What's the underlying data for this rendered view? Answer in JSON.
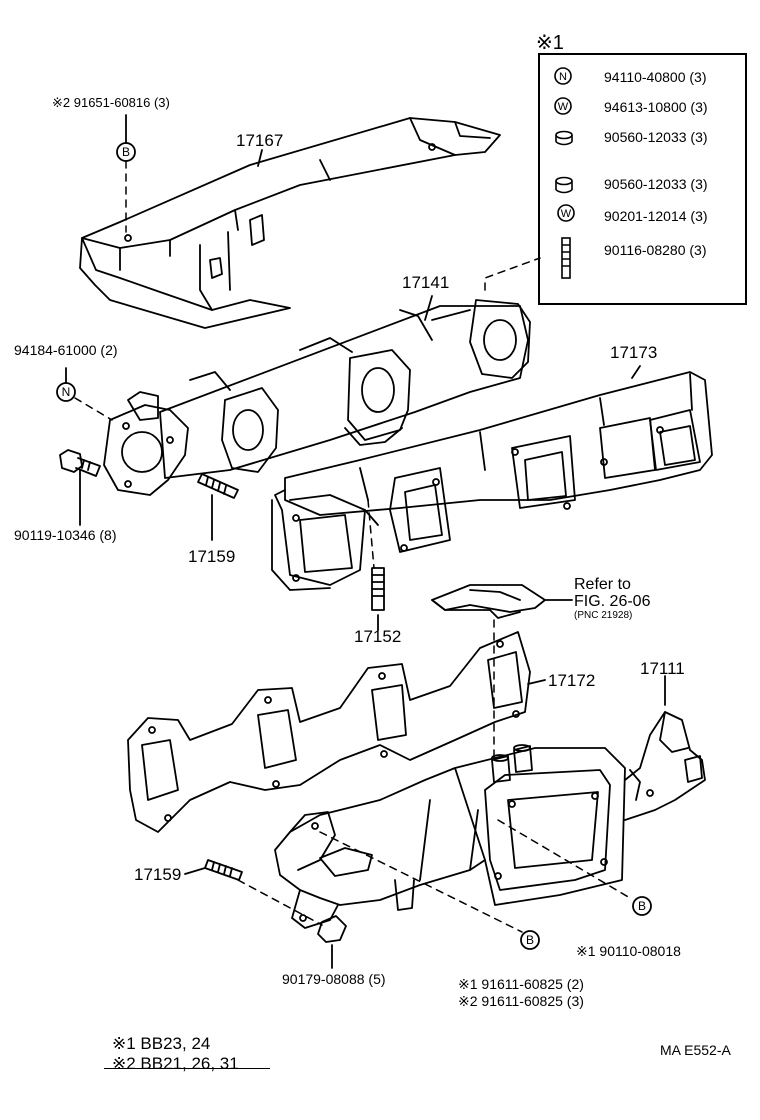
{
  "kit_box": {
    "title": "※1",
    "items": [
      {
        "icon": "nut-icon",
        "symbol": "N",
        "part": "94110-40800 (3)"
      },
      {
        "icon": "washer-icon",
        "symbol": "W",
        "part": "94613-10800 (3)"
      },
      {
        "icon": "collar-icon",
        "symbol": "",
        "part": "90560-12033 (3)"
      },
      {
        "icon": "collar-icon",
        "symbol": "",
        "part": "90560-12033 (3)"
      },
      {
        "icon": "washer-icon",
        "symbol": "W",
        "part": "90201-12014 (3)"
      },
      {
        "icon": "stud-icon",
        "symbol": "",
        "part": "90116-08280 (3)"
      }
    ]
  },
  "labels": {
    "bolt_top": "※2  91651-60816 (3)",
    "b1": "B",
    "heat_insulator_upper": "17167",
    "inlet_manifold": "17141",
    "heat_insulator_lower": "17173",
    "nut": "94184-61000 (2)",
    "n1": "N",
    "bolt_left": "90119-10346 (8)",
    "stud_a": "17159",
    "stud_b": "17152",
    "gasket": "17172",
    "exhaust_manifold": "17111",
    "stud_c": "17159",
    "plug": "90179-08088 (5)",
    "b2": "B",
    "b3": "B",
    "bolt_r1": "※1  90110-08018",
    "bolt_b1": "※1   91611-60825 (2)",
    "bolt_b2": "※2   91611-60825 (3)"
  },
  "refer": {
    "line1": "Refer to",
    "line2": "FIG. 26-06",
    "line3": "(PNC 21928)"
  },
  "legend": {
    "row1": "※1 BB23, 24",
    "row2": "※2 BB21, 26, 31"
  },
  "footer_code": "MA E552-A"
}
